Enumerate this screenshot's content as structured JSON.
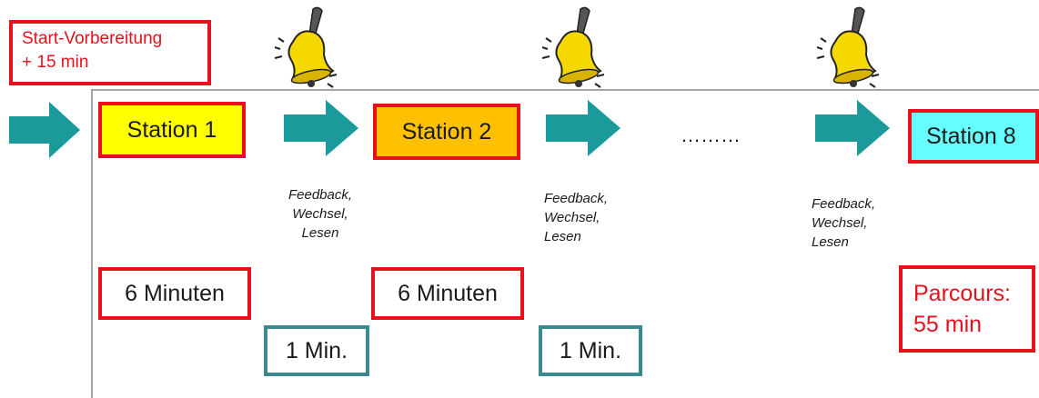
{
  "start_box": {
    "line1": "Start-Vorbereitung",
    "line2": "+ 15 min"
  },
  "stations": [
    {
      "label": "Station 1",
      "fill": "#ffff00"
    },
    {
      "label": "Station 2",
      "fill": "#ffc000"
    },
    {
      "label": "Station 8",
      "fill": "#66ffff"
    }
  ],
  "ellipsis": "………",
  "feedback_notes": [
    {
      "line1": "Feedback,",
      "line2": "Wechsel,",
      "line3": "Lesen"
    },
    {
      "line1": "Feedback,",
      "line2": "Wechsel,",
      "line3": "Lesen"
    },
    {
      "line1": "Feedback,",
      "line2": "Wechsel,",
      "line3": "Lesen"
    }
  ],
  "durations": {
    "station_time": "6 Minuten",
    "change_time": "1 Min."
  },
  "parcours": {
    "line1": "Parcours:",
    "line2": "55 min"
  },
  "colors": {
    "red_border": "#e8101c",
    "teal_border": "#3a8a8e",
    "arrow": "#1a9a9a",
    "bell": "#f5d800"
  },
  "icons": [
    "arrow-right-icon",
    "bell-icon"
  ]
}
